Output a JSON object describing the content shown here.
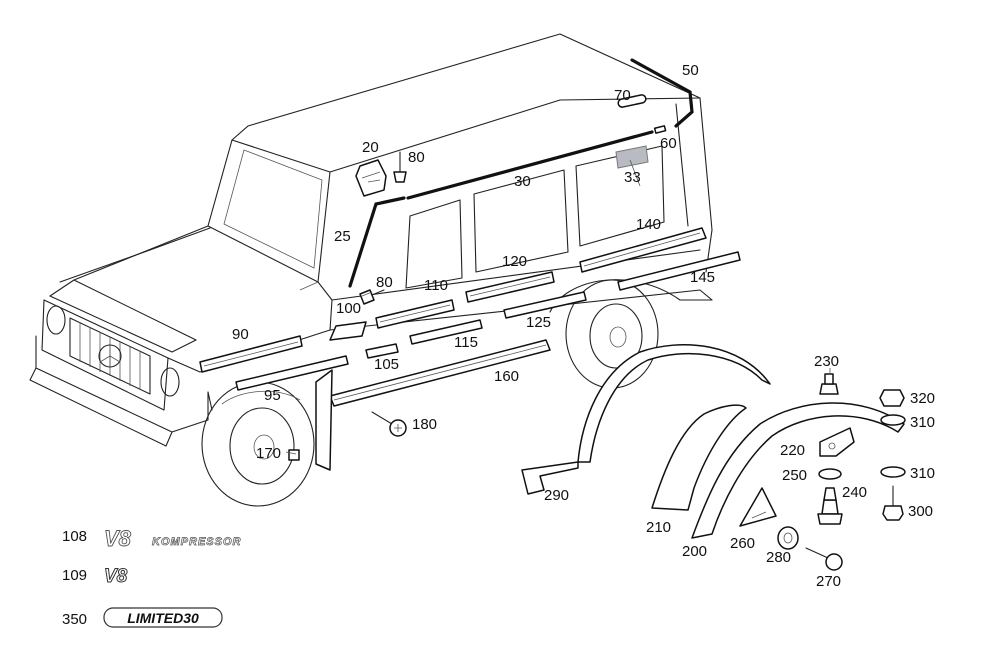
{
  "callouts": {
    "c20": "20",
    "c25": "25",
    "c30": "30",
    "c33": "33",
    "c50": "50",
    "c60": "60",
    "c70": "70",
    "c80a": "80",
    "c80b": "80",
    "c90": "90",
    "c95": "95",
    "c100": "100",
    "c105": "105",
    "c110": "110",
    "c115": "115",
    "c120": "120",
    "c125": "125",
    "c140": "140",
    "c145": "145",
    "c160": "160",
    "c170": "170",
    "c180": "180",
    "c200": "200",
    "c210": "210",
    "c220": "220",
    "c230": "230",
    "c240": "240",
    "c250": "250",
    "c260": "260",
    "c270": "270",
    "c280": "280",
    "c290": "290",
    "c300": "300",
    "c310a": "310",
    "c310b": "310",
    "c320": "320"
  },
  "legend": [
    {
      "number": "108",
      "badge": "V8",
      "badge_suffix": "KOMPRESSOR"
    },
    {
      "number": "109",
      "badge": "V8"
    },
    {
      "number": "350",
      "badge": "LIMITED30"
    }
  ],
  "colors": {
    "line": "#222222",
    "background": "#ffffff",
    "sticker": "#b8bcc2"
  }
}
